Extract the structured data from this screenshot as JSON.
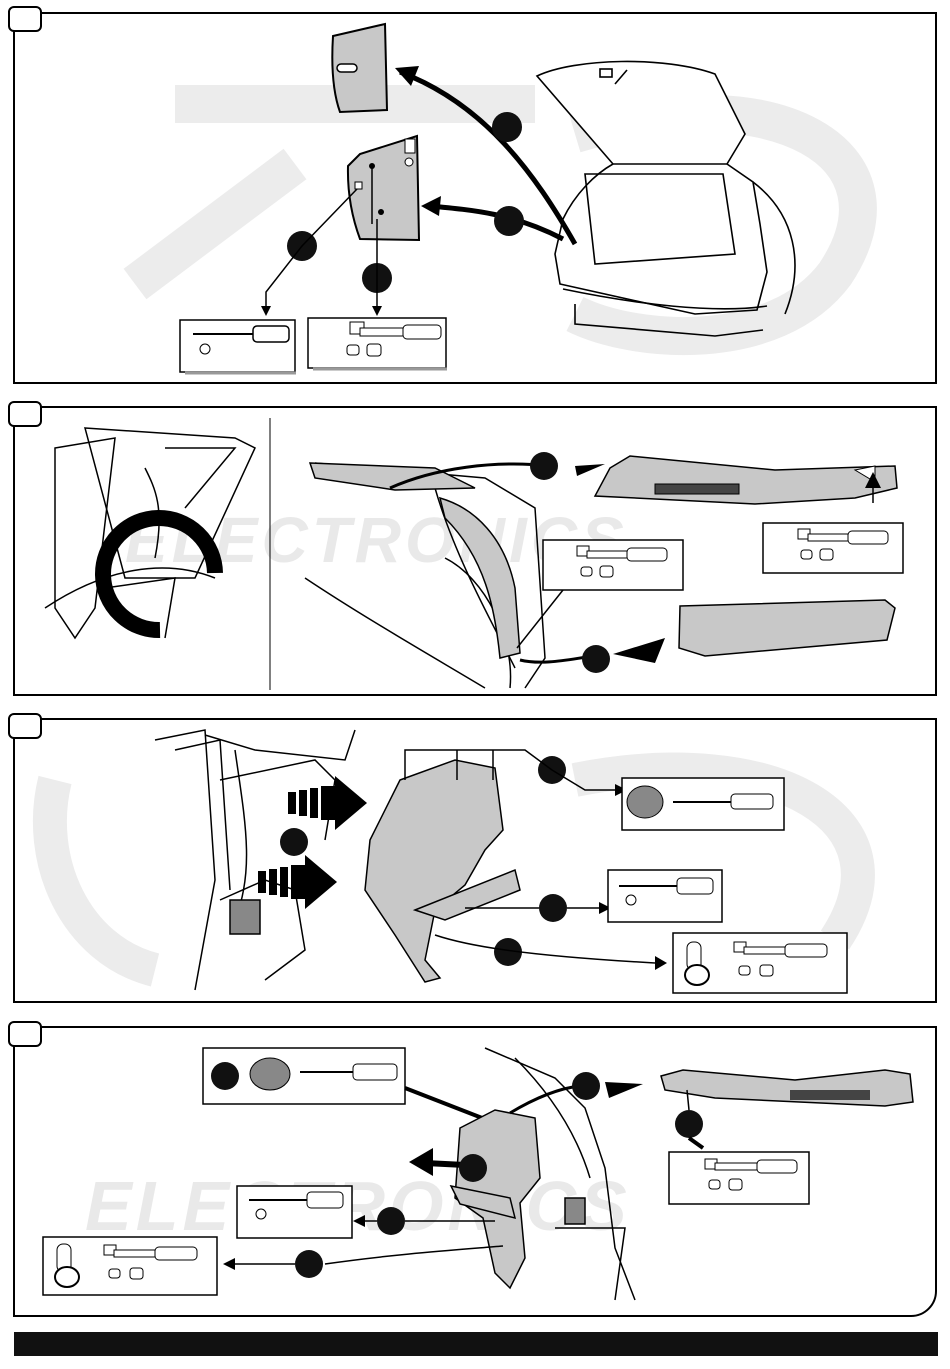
{
  "watermark": {
    "brand": "ELECTRONICS"
  },
  "panels": [
    {
      "id": "step-1",
      "callouts": [
        "",
        "",
        "",
        ""
      ]
    },
    {
      "id": "step-2",
      "callouts": [
        "",
        ""
      ]
    },
    {
      "id": "step-3",
      "callouts": [
        "",
        "",
        "",
        ""
      ]
    },
    {
      "id": "step-4",
      "callouts": [
        "",
        "",
        "",
        "",
        "",
        ""
      ]
    }
  ],
  "colors": {
    "part_fill": "#c8c8c8",
    "line": "#000000",
    "callout": "#111111",
    "watermark": "#e9e9e9"
  },
  "tools": [
    "screwdriver-phillips",
    "ratchet-socket",
    "trim-clip-tool",
    "tow-eye-ratchet"
  ]
}
